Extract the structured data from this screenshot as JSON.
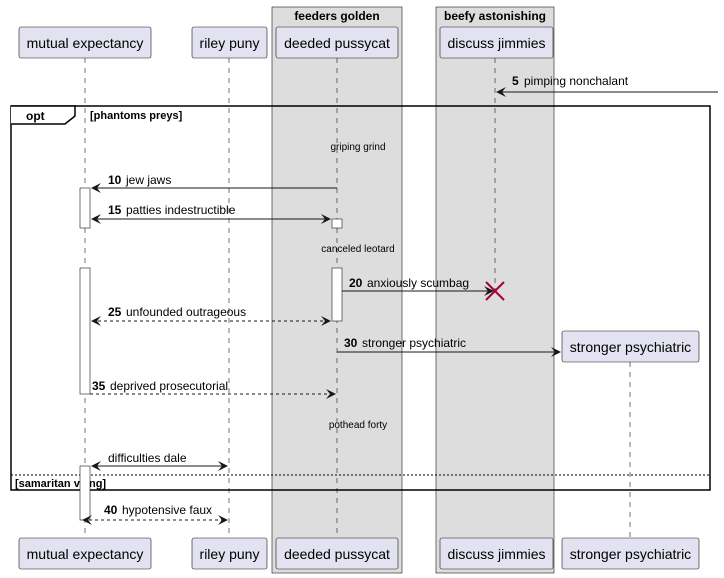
{
  "groups": [
    {
      "title": "feeders golden"
    },
    {
      "title": "beefy astonishing"
    }
  ],
  "participants": [
    {
      "name": "mutual expectancy"
    },
    {
      "name": "riley puny"
    },
    {
      "name": "deeded pussycat"
    },
    {
      "name": "discuss jimmies"
    },
    {
      "name": "stronger psychiatric"
    }
  ],
  "frame": {
    "keyword": "opt",
    "guard1": "[phantoms preys]",
    "guard2": "[samaritan vying]"
  },
  "messages": [
    {
      "num": "5",
      "text": "pimping nonchalant"
    },
    {
      "num": "",
      "text": "griping grind"
    },
    {
      "num": "10",
      "text": "jew jaws"
    },
    {
      "num": "15",
      "text": "patties indestructible"
    },
    {
      "num": "",
      "text": "canceled leotard"
    },
    {
      "num": "20",
      "text": "anxiously scumbag"
    },
    {
      "num": "25",
      "text": "unfounded outrageous"
    },
    {
      "num": "30",
      "text": "stronger psychiatric"
    },
    {
      "num": "35",
      "text": "deprived prosecutorial"
    },
    {
      "num": "",
      "text": "pothead forty"
    },
    {
      "num": "",
      "text": "difficulties dale"
    },
    {
      "num": "40",
      "text": "hypotensive faux"
    }
  ],
  "colors": {
    "participant_fill": "#E2E2F0",
    "group_fill": "#DDDDDD",
    "destroy_mark": "#A80036",
    "line": "#181818"
  }
}
